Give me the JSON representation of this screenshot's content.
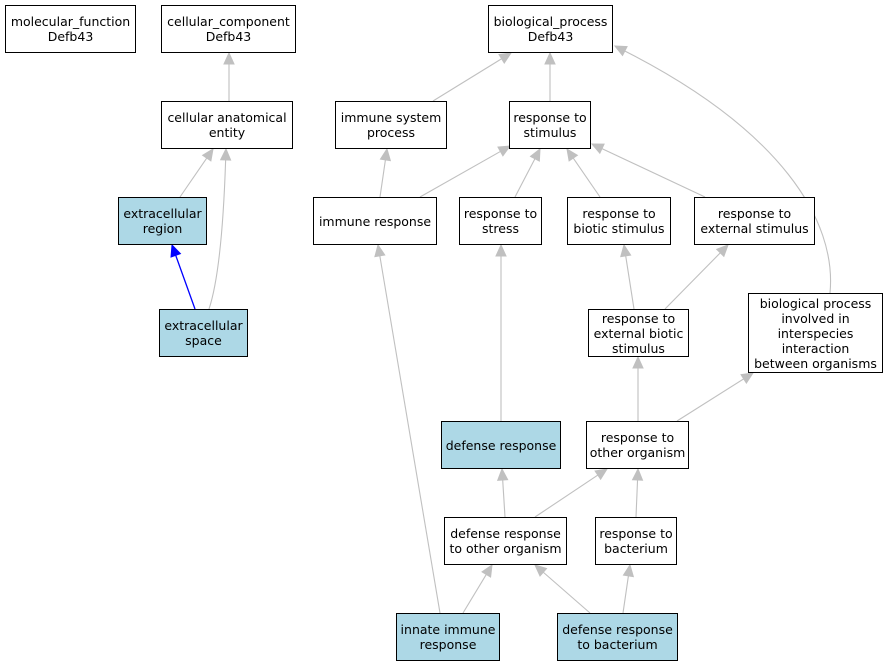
{
  "nodes": [
    {
      "id": "mf",
      "label": "molecular_function\nDefb43",
      "highlight": false
    },
    {
      "id": "cc",
      "label": "cellular_component\nDefb43",
      "highlight": false
    },
    {
      "id": "bp",
      "label": "biological_process\nDefb43",
      "highlight": false
    },
    {
      "id": "cae",
      "label": "cellular anatomical\nentity",
      "highlight": false
    },
    {
      "id": "isp",
      "label": "immune system\nprocess",
      "highlight": false
    },
    {
      "id": "rts",
      "label": "response to\nstimulus",
      "highlight": false
    },
    {
      "id": "er",
      "label": "extracellular\nregion",
      "highlight": true
    },
    {
      "id": "ir",
      "label": "immune response",
      "highlight": false
    },
    {
      "id": "rtstress",
      "label": "response to\nstress",
      "highlight": false
    },
    {
      "id": "rtbs",
      "label": "response to\nbiotic stimulus",
      "highlight": false
    },
    {
      "id": "rtes",
      "label": "response to\nexternal stimulus",
      "highlight": false
    },
    {
      "id": "es",
      "label": "extracellular\nspace",
      "highlight": true
    },
    {
      "id": "rtebs",
      "label": "response to\nexternal biotic\nstimulus",
      "highlight": false
    },
    {
      "id": "bpii",
      "label": "biological process\ninvolved in\ninterspecies\ninteraction\nbetween organisms",
      "highlight": false
    },
    {
      "id": "dr",
      "label": "defense response",
      "highlight": true
    },
    {
      "id": "rtoo",
      "label": "response to\nother organism",
      "highlight": false
    },
    {
      "id": "drtoo",
      "label": "defense response\nto other organism",
      "highlight": false
    },
    {
      "id": "rtb",
      "label": "response to\nbacterium",
      "highlight": false
    },
    {
      "id": "iir",
      "label": "innate immune\nresponse",
      "highlight": true
    },
    {
      "id": "drtb",
      "label": "defense response\nto bacterium",
      "highlight": true
    }
  ],
  "edges": [
    {
      "from": "cae",
      "to": "cc",
      "color": "#c0c0c0"
    },
    {
      "from": "isp",
      "to": "bp",
      "color": "#c0c0c0"
    },
    {
      "from": "rts",
      "to": "bp",
      "color": "#c0c0c0"
    },
    {
      "from": "bpii",
      "to": "bp",
      "color": "#c0c0c0"
    },
    {
      "from": "er",
      "to": "cae",
      "color": "#c0c0c0"
    },
    {
      "from": "es",
      "to": "cae",
      "color": "#c0c0c0"
    },
    {
      "from": "es",
      "to": "er",
      "color": "#0000ff"
    },
    {
      "from": "ir",
      "to": "isp",
      "color": "#c0c0c0"
    },
    {
      "from": "ir",
      "to": "rts",
      "color": "#c0c0c0"
    },
    {
      "from": "rtstress",
      "to": "rts",
      "color": "#c0c0c0"
    },
    {
      "from": "rtbs",
      "to": "rts",
      "color": "#c0c0c0"
    },
    {
      "from": "rtes",
      "to": "rts",
      "color": "#c0c0c0"
    },
    {
      "from": "rtebs",
      "to": "rtbs",
      "color": "#c0c0c0"
    },
    {
      "from": "rtebs",
      "to": "rtes",
      "color": "#c0c0c0"
    },
    {
      "from": "dr",
      "to": "rtstress",
      "color": "#c0c0c0"
    },
    {
      "from": "rtoo",
      "to": "rtebs",
      "color": "#c0c0c0"
    },
    {
      "from": "rtoo",
      "to": "bpii",
      "color": "#c0c0c0"
    },
    {
      "from": "drtoo",
      "to": "dr",
      "color": "#c0c0c0"
    },
    {
      "from": "drtoo",
      "to": "rtoo",
      "color": "#c0c0c0"
    },
    {
      "from": "rtb",
      "to": "rtoo",
      "color": "#c0c0c0"
    },
    {
      "from": "iir",
      "to": "ir",
      "color": "#c0c0c0"
    },
    {
      "from": "iir",
      "to": "drtoo",
      "color": "#c0c0c0"
    },
    {
      "from": "drtb",
      "to": "drtoo",
      "color": "#c0c0c0"
    },
    {
      "from": "drtb",
      "to": "rtb",
      "color": "#c0c0c0"
    }
  ]
}
